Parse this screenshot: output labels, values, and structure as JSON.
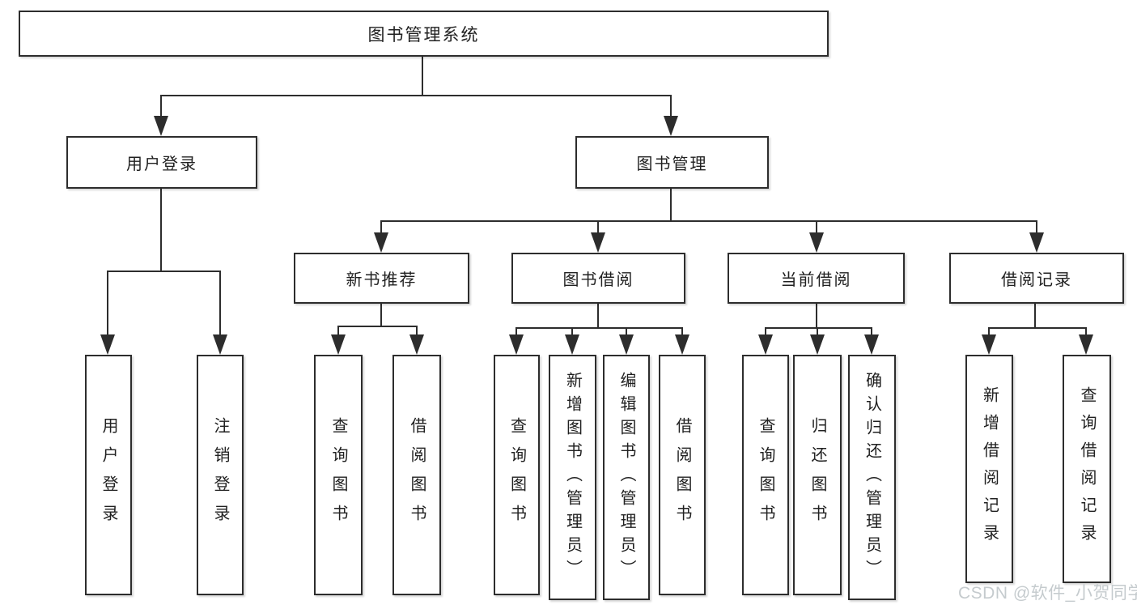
{
  "diagram_type": "hierarchy-tree",
  "tree": {
    "root": "图书管理系统",
    "children": [
      {
        "label": "用户登录",
        "children": [
          {
            "label": "用户登录"
          },
          {
            "label": "注销登录"
          }
        ]
      },
      {
        "label": "图书管理",
        "children": [
          {
            "label": "新书推荐",
            "children": [
              {
                "label": "查询图书"
              },
              {
                "label": "借阅图书"
              }
            ]
          },
          {
            "label": "图书借阅",
            "children": [
              {
                "label": "查询图书"
              },
              {
                "label": "新增图书（管理员）"
              },
              {
                "label": "编辑图书（管理员）"
              },
              {
                "label": "借阅图书"
              }
            ]
          },
          {
            "label": "当前借阅",
            "children": [
              {
                "label": "查询图书"
              },
              {
                "label": "归还图书"
              },
              {
                "label": "确认归还（管理员）"
              }
            ]
          },
          {
            "label": "借阅记录",
            "children": [
              {
                "label": "新增借阅记录"
              },
              {
                "label": "查询借阅记录"
              }
            ]
          }
        ]
      }
    ]
  },
  "watermark": {
    "text": "CSDN @软件_小贺同学"
  },
  "colors": {
    "line": "#2d2d2d",
    "box_border": "#2d2d2d",
    "box_fill": "#ffffff",
    "text": "#212121",
    "watermark": "#c5cbce",
    "background": "#ffffff"
  }
}
